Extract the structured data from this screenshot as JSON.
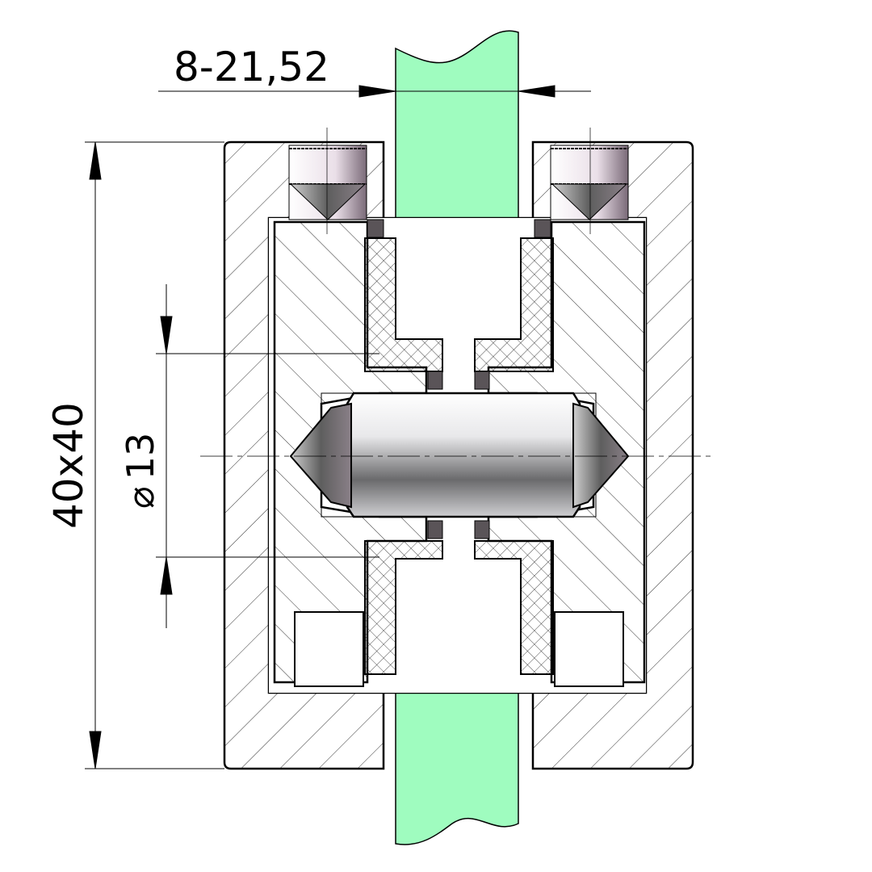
{
  "dimensions": {
    "glass_thickness": "8-21,52",
    "profile_size": "40x40",
    "pin_diameter_symbol": "⌀",
    "pin_diameter": "13"
  },
  "colors": {
    "glass": "#9ffcbf",
    "line": "#000000",
    "seal": "#5a5458"
  }
}
